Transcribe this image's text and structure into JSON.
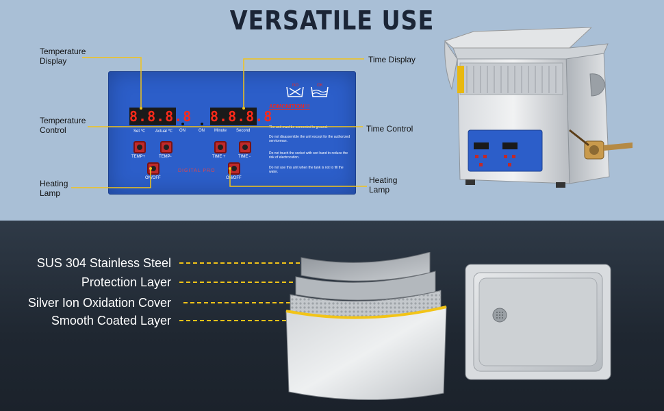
{
  "headline": "VERSATILE USE",
  "callouts": {
    "temperature_display": "Temperature Display",
    "temperature_control": "Temperature Control",
    "heating_lamp_left": "Heating Lamp",
    "time_display": "Time Display",
    "time_control": "Time Control",
    "heating_lamp_right": "Heating Lamp"
  },
  "panel": {
    "temp_display_value": "8.8.8.8",
    "time_display_value": "8.8.8.8",
    "set_label": "Set ℃",
    "actual_label": "Actual ℃",
    "on_label_1": "ON",
    "on_label_2": "ON",
    "minute_label": "Minute",
    "second_label": "Second",
    "btn_temp_plus": "TEMP+",
    "btn_temp_minus": "TEMP-",
    "btn_time_plus": "TIME +",
    "btn_time_minus": "TIME -",
    "btn_heat_onoff": "ON/OFF",
    "btn_sonic_onoff": "ON/OFF",
    "brand": "DIGITAL PRO",
    "admonition_title": "ADMONITION!!!",
    "warnings": [
      "The unit must be connected to ground.",
      "Do not disassemble the unit except for the authorized serviceman.",
      "Do not touch the socket with wet hand to reduce the risk of electrocution.",
      "Do not use this unit when the tank is not to fill the water."
    ],
    "icon_no": "NO",
    "icon_ok": "OK"
  },
  "layers": {
    "layer1": "SUS 304 Stainless Steel",
    "layer2": "Protection Layer",
    "layer3": "Silver Ion Oxidation Cover",
    "layer4": "Smooth Coated Layer"
  },
  "colors": {
    "top_bg": "#a9bfd6",
    "bottom_bg": "#1f2731",
    "panel_blue": "#2c5ec9",
    "callout_yellow": "#f2c418",
    "led_red": "#ff2a1a"
  }
}
